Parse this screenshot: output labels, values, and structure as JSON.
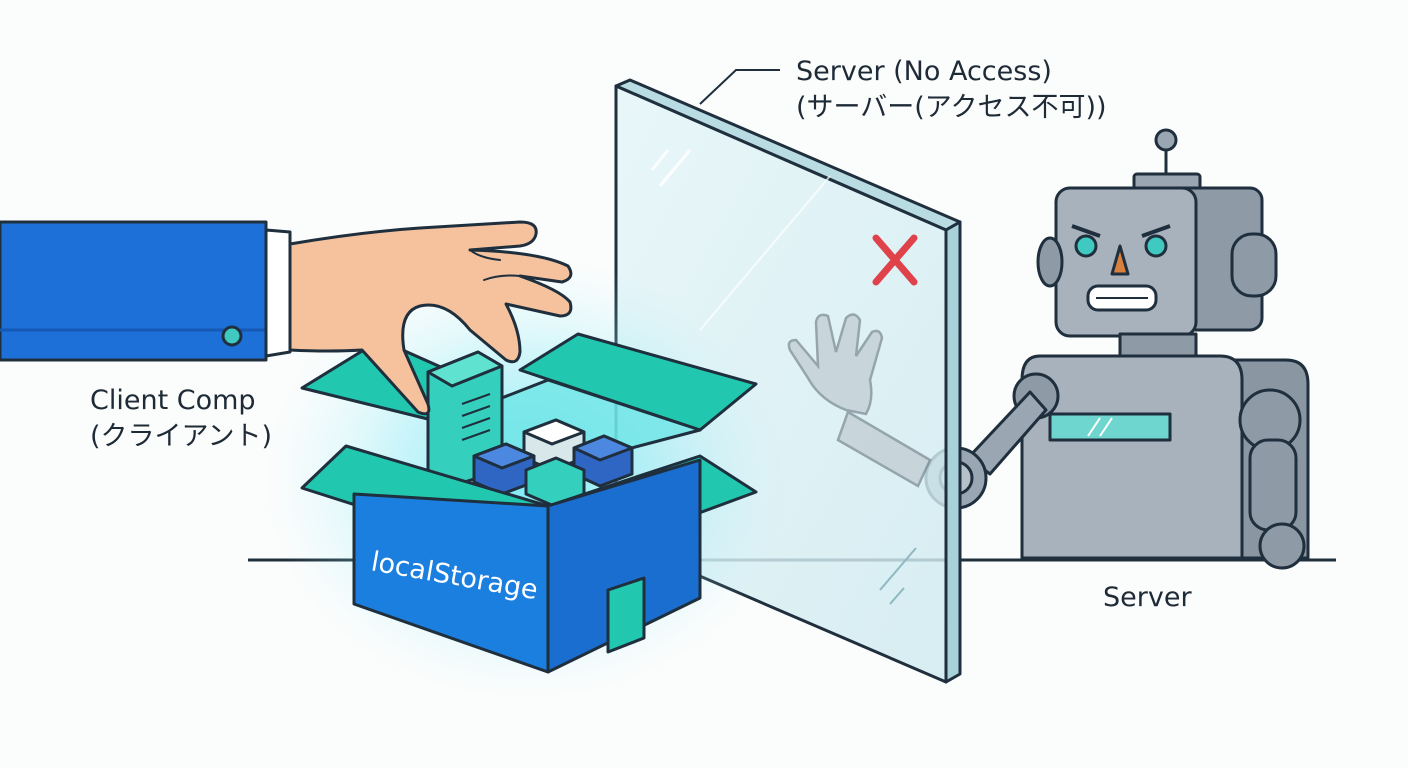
{
  "labels": {
    "client": {
      "line1": "Client Comp",
      "line2": "(クライアント)"
    },
    "server_no_access": {
      "line1": "Server (No Access)",
      "line2": "(サーバー(アクセス不可))"
    },
    "server": "Server",
    "box": "localStorage"
  },
  "icons": {
    "hand": "reaching-hand-icon",
    "box": "open-storage-box-icon",
    "glass": "glass-barrier-icon",
    "blocked": "red-x-icon",
    "robot": "robot-server-icon"
  },
  "colors": {
    "sleeve": "#1d70d8",
    "skin": "#f6c29e",
    "box_blue": "#1b7fe0",
    "box_teal": "#22c7b0",
    "glow": "#4de3f2",
    "glass": "#dcf1f5",
    "robot_gray": "#9aa6b1",
    "accent_teal": "#3fc9c1",
    "blocked_red": "#e0424a",
    "outline": "#1f2f3d"
  }
}
